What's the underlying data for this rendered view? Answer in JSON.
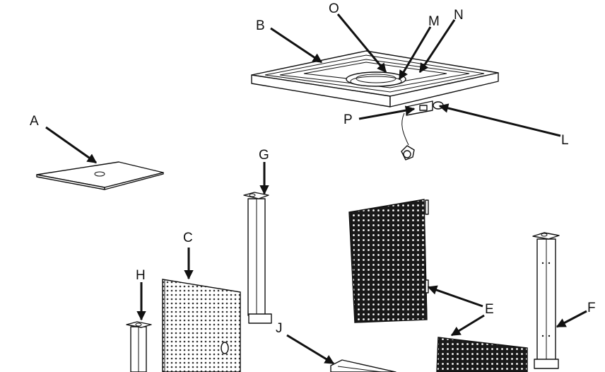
{
  "labels": {
    "A": "A",
    "B": "B",
    "C": "C",
    "E": "E",
    "F": "F",
    "G": "G",
    "H": "H",
    "J": "J",
    "L": "L",
    "M": "M",
    "N": "N",
    "O": "O",
    "P": "P"
  },
  "parts": [
    {
      "id": "A",
      "kind": "base-plate"
    },
    {
      "id": "B",
      "kind": "table-top-frame"
    },
    {
      "id": "C",
      "kind": "perforated-side-panel"
    },
    {
      "id": "E",
      "kind": "mesh-side-panel"
    },
    {
      "id": "F",
      "kind": "corner-leg"
    },
    {
      "id": "G",
      "kind": "corner-leg"
    },
    {
      "id": "H",
      "kind": "corner-leg"
    },
    {
      "id": "J",
      "kind": "bottom-frame"
    },
    {
      "id": "L",
      "kind": "control-knob"
    },
    {
      "id": "M",
      "kind": "burner"
    },
    {
      "id": "N",
      "kind": "burner-pan"
    },
    {
      "id": "O",
      "kind": "burner-ring"
    },
    {
      "id": "P",
      "kind": "igniter-bracket"
    }
  ],
  "colors": {
    "line": "#111111",
    "background": "#ffffff",
    "mesh": "#1a1a1a"
  }
}
